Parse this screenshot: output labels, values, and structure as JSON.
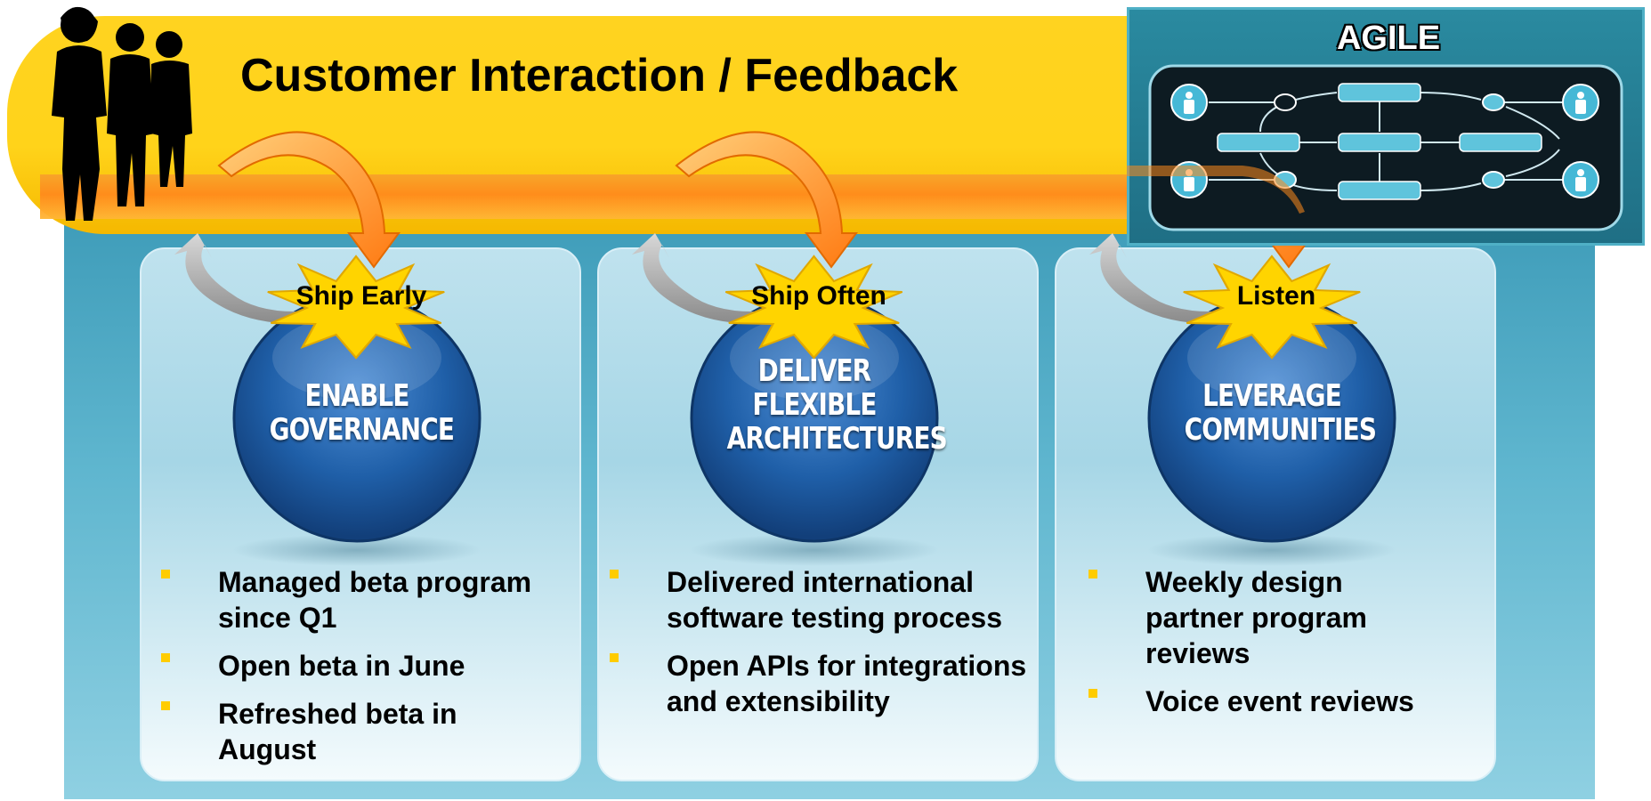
{
  "title": "Customer Interaction / Feedback",
  "agile": {
    "title": "AGILE"
  },
  "colors": {
    "banner": "#ffd320",
    "panel": "#3d9bb8",
    "orb": "#1f5fa8",
    "burst": "#ffd400",
    "bullet": "#ffcc00"
  },
  "columns": [
    {
      "burst": "Ship Early",
      "orb_lines": [
        "ENABLE",
        "GOVERNANCE"
      ],
      "bullets": [
        "Managed beta program since Q1",
        "Open beta in June",
        "Refreshed beta in August"
      ]
    },
    {
      "burst": "Ship Often",
      "orb_lines": [
        "DELIVER",
        "FLEXIBLE",
        "ARCHITECTURES"
      ],
      "bullets": [
        "Delivered international software testing process",
        "Open APIs for integrations and extensibility"
      ]
    },
    {
      "burst": "Listen",
      "orb_lines": [
        "LEVERAGE",
        "COMMUNITIES"
      ],
      "bullets": [
        "Weekly design partner program reviews",
        "Voice event reviews"
      ]
    }
  ]
}
